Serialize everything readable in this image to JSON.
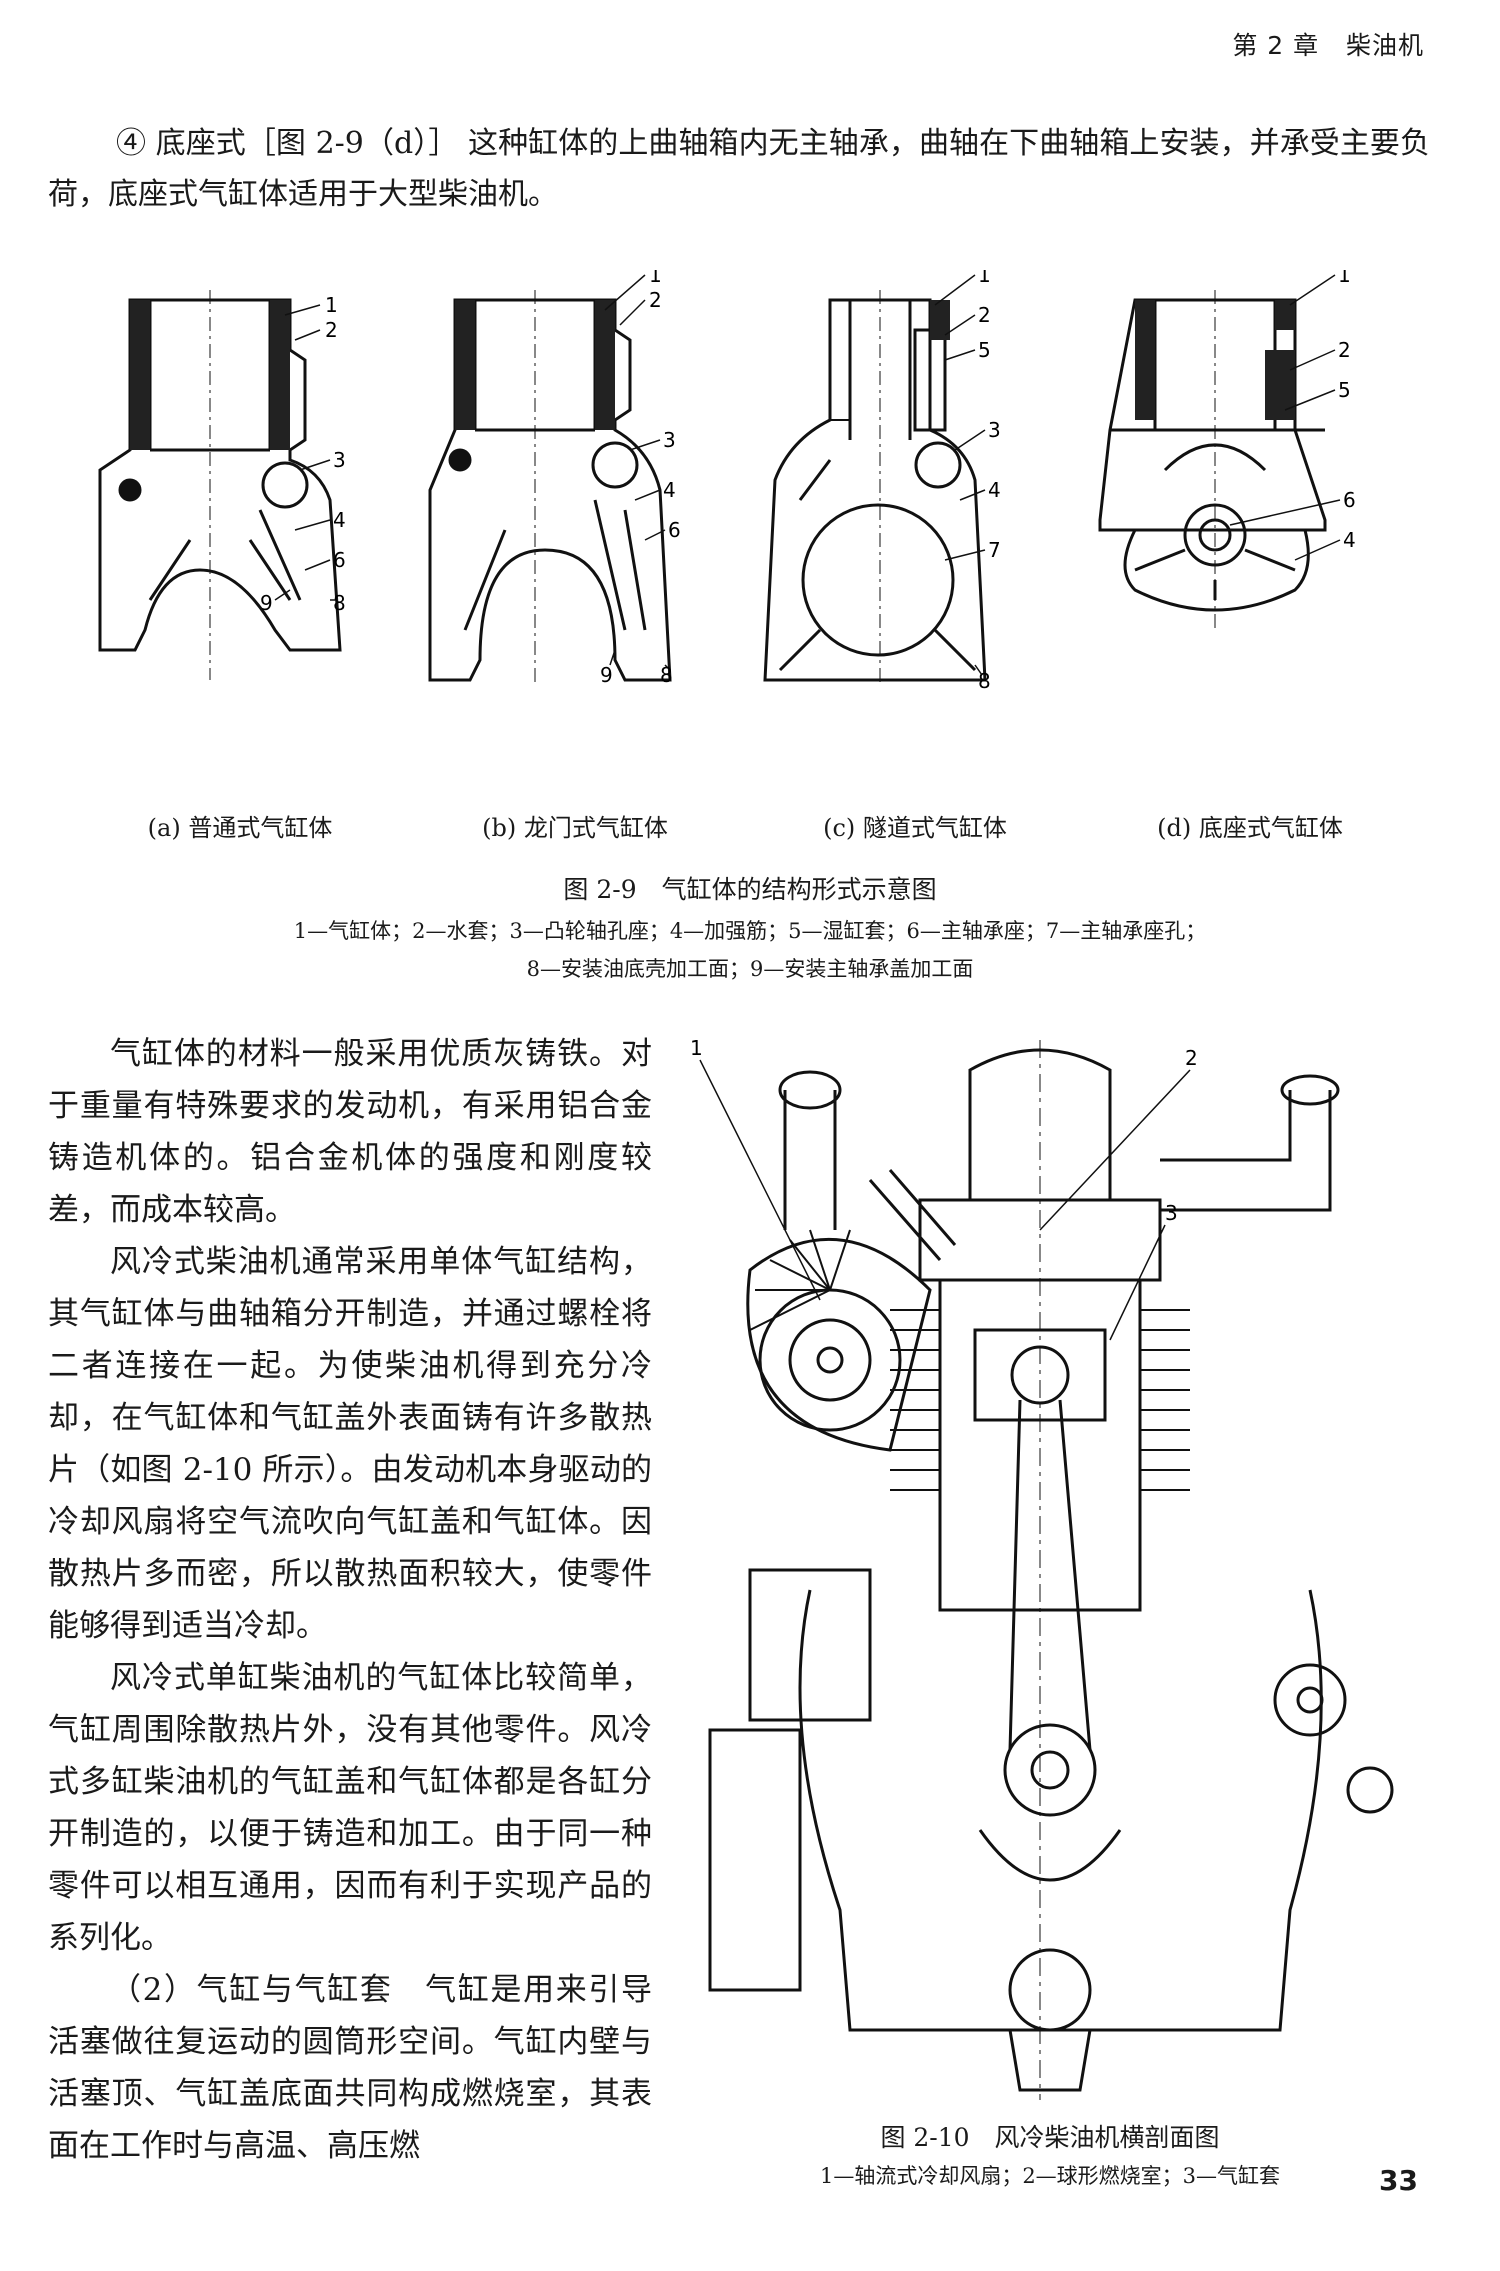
{
  "header": {
    "chapter": "第 2 章",
    "title": "柴油机"
  },
  "intro": "④ 底座式［图 2-9（d）］ 这种缸体的上曲轴箱内无主轴承，曲轴在下曲轴箱上安装，并承受主要负荷，底座式气缸体适用于大型柴油机。",
  "fig9": {
    "subcaptions": [
      "(a) 普通式气缸体",
      "(b) 龙门式气缸体",
      "(c) 隧道式气缸体",
      "(d) 底座式气缸体"
    ],
    "caption": "图 2-9　气缸体的结构形式示意图",
    "legend1": "1—气缸体；2—水套；3—凸轮轴孔座；4—加强筋；5—湿缸套；6—主轴承座；7—主轴承座孔；",
    "legend2": "8—安装油底壳加工面；9—安装主轴承盖加工面",
    "labels_a": [
      "1",
      "2",
      "3",
      "4",
      "6",
      "9",
      "8"
    ],
    "labels_b": [
      "1",
      "2",
      "3",
      "4",
      "6",
      "9",
      "8"
    ],
    "labels_c": [
      "1",
      "2",
      "5",
      "3",
      "4",
      "7",
      "8"
    ],
    "labels_d": [
      "1",
      "2",
      "5",
      "6",
      "4"
    ]
  },
  "body": {
    "p1": "气缸体的材料一般采用优质灰铸铁。对于重量有特殊要求的发动机，有采用铝合金铸造机体的。铝合金机体的强度和刚度较差，而成本较高。",
    "p2": "风冷式柴油机通常采用单体气缸结构，其气缸体与曲轴箱分开制造，并通过螺栓将二者连接在一起。为使柴油机得到充分冷却，在气缸体和气缸盖外表面铸有许多散热片（如图 2-10 所示）。由发动机本身驱动的冷却风扇将空气流吹向气缸盖和气缸体。因散热片多而密，所以散热面积较大，使零件能够得到适当冷却。",
    "p3": "风冷式单缸柴油机的气缸体比较简单，气缸周围除散热片外，没有其他零件。风冷式多缸柴油机的气缸盖和气缸体都是各缸分开制造的，以便于铸造和加工。由于同一种零件可以相互通用，因而有利于实现产品的系列化。",
    "p4": "（2）气缸与气缸套　气缸是用来引导活塞做往复运动的圆筒形空间。气缸内壁与活塞顶、气缸盖底面共同构成燃烧室，其表面在工作时与高温、高压燃"
  },
  "fig10": {
    "caption": "图 2-10　风冷柴油机横剖面图",
    "legend": "1—轴流式冷却风扇；2—球形燃烧室；3—气缸套",
    "labels": [
      "1",
      "2",
      "3"
    ]
  },
  "page_number": "33"
}
